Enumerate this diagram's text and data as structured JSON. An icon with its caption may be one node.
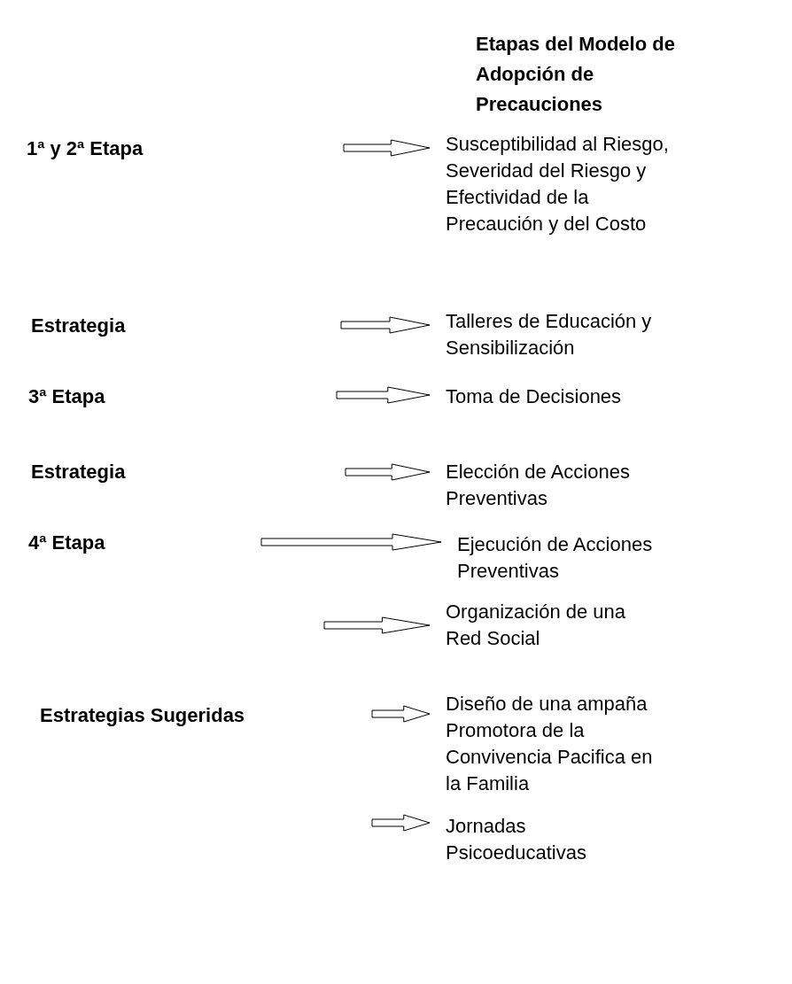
{
  "diagram": {
    "title": "Etapas del Modelo de Adopción de Precauciones",
    "nodes": [
      {
        "text": [
          "Susceptibilidad al Riesgo, Severidad del Riesgo y Efectividad de la Precaución y del Costo"
        ]
      },
      {
        "text": [
          "Talleres de Educación y Sensibilización"
        ]
      },
      {
        "text": [
          "Toma de Decisiones"
        ]
      },
      {
        "text": [
          "Elección de Acciones Preventivas"
        ]
      },
      {
        "text": [
          "Ejecución de Acciones Preventivas"
        ]
      },
      {
        "text": [
          "Organización de una Red Social"
        ]
      },
      {
        "text": [
          "Diseño  de una ampaña Promotora de la Convivencia Pacifica en la Familia"
        ]
      },
      {
        "text": [
          "Jornadas Psicoeducativas"
        ]
      }
    ],
    "edges": [
      {
        "from": null,
        "to": 0,
        "arrow": "to"
      },
      {
        "from": null,
        "to": 1,
        "arrow": "to"
      },
      {
        "from": null,
        "to": 2,
        "arrow": "to"
      },
      {
        "from": null,
        "to": 3,
        "arrow": "to"
      },
      {
        "from": null,
        "to": 4,
        "arrow": "to"
      },
      {
        "from": null,
        "to": 5,
        "arrow": "to"
      },
      {
        "from": null,
        "to": 6,
        "arrow": "to"
      },
      {
        "from": null,
        "to": 7,
        "arrow": "to"
      }
    ],
    "labels": [
      "1ª y  2ª  Etapa",
      "Estrategia",
      "3ª  Etapa",
      "Estrategia",
      "4ª Etapa",
      "Estrategias Sugeridas"
    ]
  }
}
